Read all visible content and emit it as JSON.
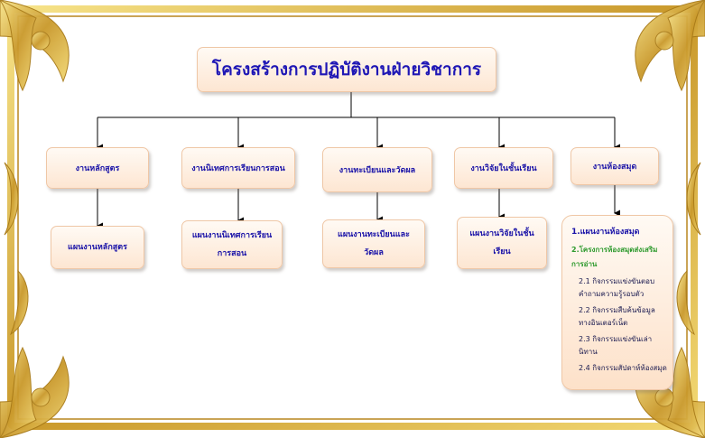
{
  "title": "โครงสร้างการปฏิบัติงานฝ่ายวิชาการ",
  "departments": [
    {
      "name": "งานหลักสูตร",
      "plan": "แผนงานหลักสูตร"
    },
    {
      "name": "งานนิเทศการเรียนการสอน",
      "plan": "แผนงานนิเทศการเรียนการสอน"
    },
    {
      "name": "งานทะเบียนและวัดผล",
      "plan": "แผนงานทะเบียนและวัดผล"
    },
    {
      "name": "งานวิจัยในชั้นเรียน",
      "plan": "แผนงานวิจัยในชั้นเรียน"
    },
    {
      "name": "งานห้องสมุด"
    }
  ],
  "library_plan": {
    "heading": "1.แผนงานห้องสมุด",
    "subheading": "2.โครงการห้องสมุดส่งเสริมการอ่าน",
    "items": [
      "2.1 กิจกรรมแข่งขันตอบคำถามความรู้รอบตัว",
      "2.2 กิจกรรมสืบค้นข้อมูลทางอินเตอร์เน็ต",
      "2.3 กิจกรรมแข่งขันเล่านิทาน",
      "2.4 กิจกรรมสัปดาห์ห้องสมุด"
    ]
  },
  "colors": {
    "frame_gold": "#d9b23a",
    "box_fill": "#fde6d2",
    "text_blue": "#1b14a8",
    "text_green": "#2e9a2e"
  }
}
